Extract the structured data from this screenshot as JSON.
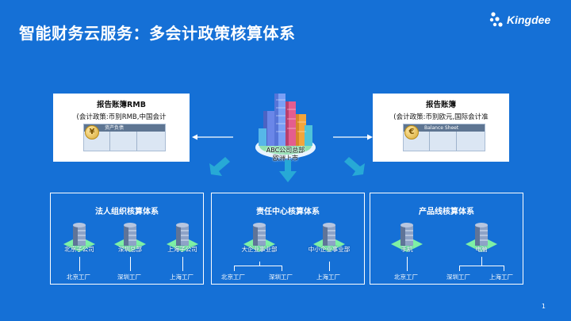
{
  "header": {
    "title": "智能财务云服务：多会计政策核算体系",
    "logo_text": "Kingdee"
  },
  "left_book": {
    "title": "报告账簿RMB",
    "subtitle": "(会计政策:币别RMB,中国会计",
    "sheet_header": "资产负债",
    "coin_symbol": "¥"
  },
  "right_book": {
    "title": "报告账簿",
    "subtitle": "(会计政策:币别欧元,国际会计准",
    "sheet_header": "Balance Sheet",
    "coin_symbol": "€"
  },
  "hq": {
    "line1": "ABC公司总部",
    "line2": "欧洲上市"
  },
  "groups": [
    {
      "title": "法人组织核算体系",
      "nodes": [
        "北京子公司",
        "深圳总部",
        "上海子公司"
      ],
      "leaves": [
        "北京工厂",
        "深圳工厂",
        "上海工厂"
      ]
    },
    {
      "title": "责任中心核算体系",
      "nodes": [
        "大企业事业部",
        "中小企业事业部"
      ],
      "leaves": [
        "北京工厂",
        "深圳工厂",
        "上海工厂"
      ]
    },
    {
      "title": "产品线核算体系",
      "nodes": [
        "手机",
        "电脑"
      ],
      "leaves": [
        "北京工厂",
        "深圳工厂",
        "上海工厂"
      ]
    }
  ],
  "footer": {
    "page_number": "1"
  },
  "colors": {
    "background": "#1570d6",
    "arrow": "#27a9d6",
    "node_base": "#7ef0a5"
  },
  "icons": [
    "kingdee-logo-icon",
    "yen-coin-icon",
    "euro-coin-icon",
    "city-buildings-icon",
    "server-building-icon",
    "arrow-icon"
  ]
}
